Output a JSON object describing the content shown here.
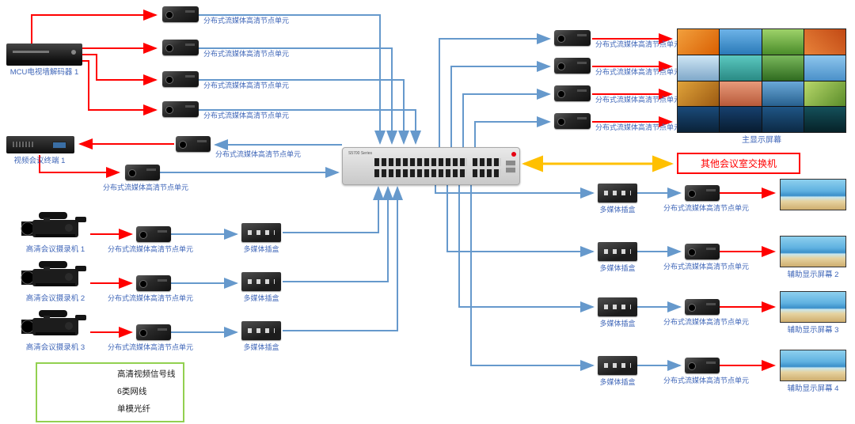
{
  "colors": {
    "hd_video_line": "#ff0000",
    "cat6_line": "#6699cc",
    "fiber_line": "#ffc000",
    "label_blue": "#3f66b8",
    "legend_border": "#92d050"
  },
  "devices": {
    "mcu": {
      "label": "MCU电视墙解码器 1"
    },
    "terminal": {
      "label": "视频会议终端 1"
    },
    "cameras": [
      {
        "label": "高清会议摄录机 1"
      },
      {
        "label": "高清会议摄录机 2"
      },
      {
        "label": "高清会议摄录机 3"
      }
    ],
    "node_unit_label": "分布式流媒体高清节点单元",
    "media_box_label": "多媒体插盒",
    "switch_model": "S5700 Series",
    "main_display": {
      "label": "主显示屏幕"
    },
    "other_switch": {
      "label": "其他会议室交换机"
    },
    "aux_displays": [
      {
        "label": "辅助显示屏幕 2"
      },
      {
        "label": "辅助显示屏幕 3"
      },
      {
        "label": "辅助显示屏幕 4"
      }
    ]
  },
  "legend": {
    "items": [
      {
        "label": "高清视频信号线",
        "color": "#ff0000"
      },
      {
        "label": "6类网线",
        "color": "#6699cc"
      },
      {
        "label": "单模光纤",
        "color": "#ffc000"
      }
    ]
  }
}
